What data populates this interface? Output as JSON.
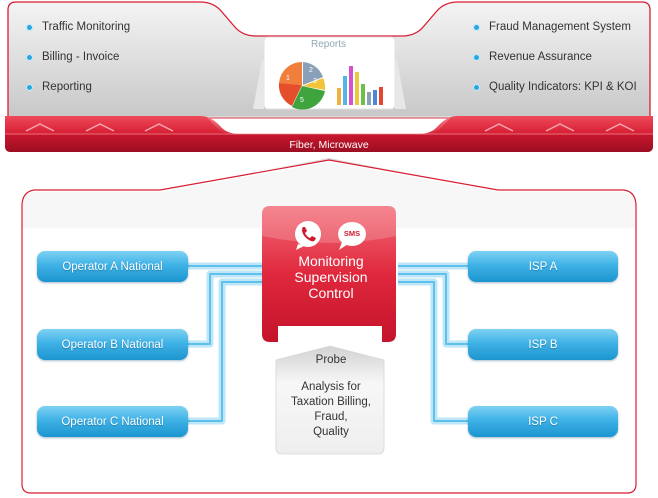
{
  "features_left": [
    {
      "label": "Traffic Monitoring"
    },
    {
      "label": "Billing - Invoice"
    },
    {
      "label": "Reporting"
    }
  ],
  "features_right": [
    {
      "label": "Fraud Management System"
    },
    {
      "label": "Revenue Assurance"
    },
    {
      "label": "Quality Indicators: KPI & KOI"
    }
  ],
  "reports": {
    "title": "Reports",
    "pie_labels": [
      "1",
      "2",
      "3",
      "5"
    ]
  },
  "transmission": {
    "title": "Transmission Layer",
    "subtitle": "Fiber, Microwave"
  },
  "operators": [
    {
      "label": "Operator A National"
    },
    {
      "label": "Operator B National"
    },
    {
      "label": "Operator C National"
    }
  ],
  "isps": [
    {
      "label": "ISP A"
    },
    {
      "label": "ISP B"
    },
    {
      "label": "ISP C"
    }
  ],
  "msc": {
    "line1": "Monitoring",
    "line2": "Supervision",
    "line3": "Control",
    "sms": "SMS"
  },
  "probe": {
    "title": "Probe",
    "line1": "Analysis for",
    "line2": "Taxation Billing,",
    "line3": "Fraud,",
    "line4": "Quality"
  },
  "colors": {
    "accent_red": "#d81e34",
    "accent_blue": "#29a8e0",
    "panel_grey": "#cfcfcf"
  },
  "icons": [
    "phone-icon",
    "sms-bubble-icon",
    "chevron-up-icon",
    "bullet-dot-icon"
  ]
}
